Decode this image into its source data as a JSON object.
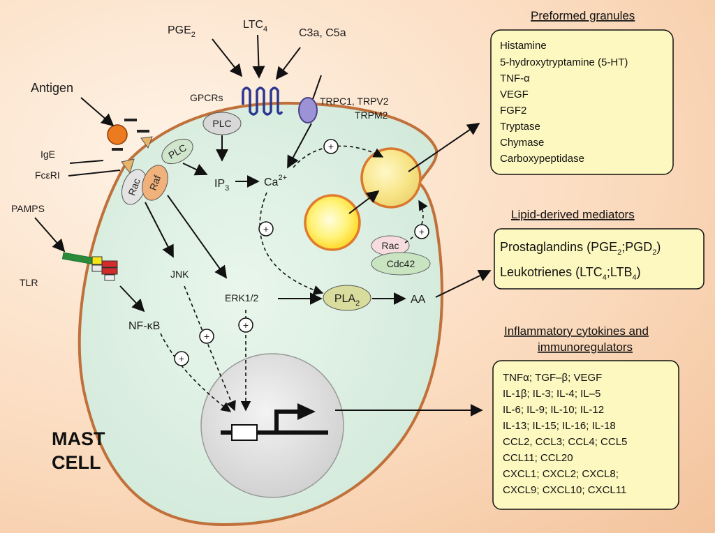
{
  "cell_label": [
    "MAST",
    "CELL"
  ],
  "stimuli": {
    "pge2": "PGE2",
    "ltc4": "LTC4",
    "c3a_c5a": "C3a, C5a",
    "antigen": "Antigen",
    "ige": "IgE",
    "fceri": "FcεRI",
    "pamps": "PAMPS",
    "tlr": "TLR",
    "gpcrs": "GPCRs",
    "trp_line1": "TRPC1, TRPV2",
    "trp_line2": "TRPM2"
  },
  "nodes": {
    "plc_top": "PLC",
    "plc_left": "PLC",
    "rac": "Rac",
    "raf": "Raf",
    "ip3": "IP3",
    "ca": "Ca2+",
    "jnk": "JNK",
    "erk": "ERK1/2",
    "nfkb": "NF-κB",
    "pla2": "PLA2",
    "aa": "AA",
    "rac2": "Rac",
    "cdc42": "Cdc42",
    "plus": "+"
  },
  "preformed_granules": {
    "heading": "Preformed granules",
    "items": [
      "Histamine",
      "5-hydroxytryptamine (5-HT)",
      "TNF-α",
      "VEGF",
      "FGF2",
      "Tryptase",
      "Chymase",
      "Carboxypeptidase"
    ]
  },
  "lipid_mediators": {
    "heading": "Lipid-derived mediators",
    "items": [
      "Prostaglandins (PGE2;PGD2)",
      "Leukotrienes (LTC4;LTB4)"
    ]
  },
  "cytokines": {
    "heading_line1": "Inflammatory cytokines and",
    "heading_line2": "immunoregulators",
    "items": [
      "TNFα; TGF–β; VEGF",
      "IL-1β; IL-3; IL-4; IL–5",
      "IL-6; IL-9; IL-10; IL-12",
      "IL-13; IL-15; IL-16; IL-18",
      "CCL2, CCL3; CCL4; CCL5",
      "CCL11; CCL20",
      "CXCL1; CXCL2; CXCL8;",
      "CXCL9; CXCL10; CXCL11"
    ]
  },
  "colors": {
    "cell_fill": "#dcefe2",
    "cell_border": "#c0703a",
    "box_fill": "#fdf8bf",
    "granule": "#ffe24a",
    "nucleus": "#dcdcdc"
  }
}
